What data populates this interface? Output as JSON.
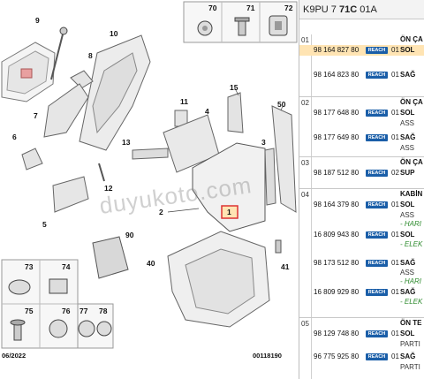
{
  "header": {
    "model": "K9PU 7 ",
    "variant": "71C",
    "code": " 01A"
  },
  "groups": [
    {
      "num": "01",
      "title": "ÖN ÇA",
      "rows": [
        {
          "ref": "98 164 827 80",
          "qty": "01",
          "side": "SOL",
          "highlight": true
        },
        {
          "ref": "98 164 823 80",
          "qty": "01",
          "side": "SAĞ"
        }
      ]
    },
    {
      "num": "02",
      "title": "ÖN ÇA",
      "rows": [
        {
          "ref": "98 177 648 80",
          "qty": "01",
          "side": "SOL",
          "sub": "ASS"
        },
        {
          "ref": "98 177 649 80",
          "qty": "01",
          "side": "SAĞ",
          "sub": "ASS"
        }
      ]
    },
    {
      "num": "03",
      "title": "ÖN ÇA",
      "rows": [
        {
          "ref": "98 187 512 80",
          "qty": "02",
          "side": "SUP"
        }
      ]
    },
    {
      "num": "04",
      "title": "KABİN",
      "rows": [
        {
          "ref": "98 164 379 80",
          "qty": "01",
          "side": "SOL",
          "sub": "ASS",
          "note": "- HARI"
        },
        {
          "ref": "16 809 943 80",
          "qty": "01",
          "side": "SOL",
          "note": "- ELEK"
        },
        {
          "ref": "98 173 512 80",
          "qty": "01",
          "side": "SAĞ",
          "sub": "ASS",
          "note": "- HARI"
        },
        {
          "ref": "16 809 929 80",
          "qty": "01",
          "side": "SAĞ",
          "note": "- ELEK"
        }
      ]
    },
    {
      "num": "05",
      "title": "ÖN TE",
      "rows": [
        {
          "ref": "98 129 748 80",
          "qty": "01",
          "side": "SOL",
          "sub": "PARTI"
        },
        {
          "ref": "96 775 925 80",
          "qty": "01",
          "side": "SAĞ",
          "sub": "PARTI"
        }
      ]
    }
  ],
  "reach_label": "REACH",
  "diagram": {
    "callouts": [
      "9",
      "10",
      "8",
      "7",
      "6",
      "11",
      "4",
      "15",
      "50",
      "13",
      "3",
      "12",
      "5",
      "2",
      "1",
      "90",
      "40",
      "41",
      "73",
      "74",
      "75",
      "76",
      "77",
      "78",
      "70",
      "71",
      "72"
    ],
    "date": "06/2022",
    "ref": "00118190",
    "watermark": "duyukoto.com"
  }
}
